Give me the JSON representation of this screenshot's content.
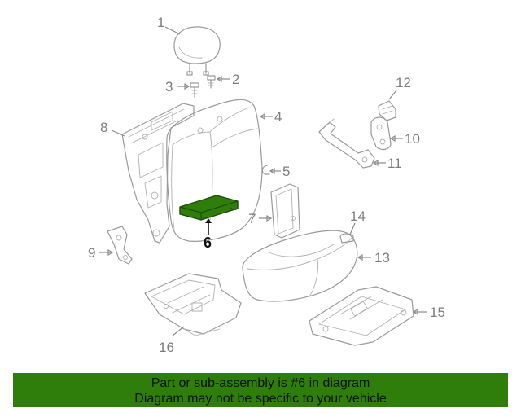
{
  "diagram": {
    "callouts": [
      "1",
      "2",
      "3",
      "4",
      "5",
      "6",
      "7",
      "8",
      "9",
      "10",
      "11",
      "12",
      "13",
      "14",
      "15",
      "16"
    ],
    "highlighted_part": "6",
    "colors": {
      "highlight_fill": "#2f7d0b",
      "line": "#9a9a9a",
      "label": "#7d7d7d"
    }
  },
  "footer": {
    "line1": "Part or sub-assembly is #6 in diagram",
    "line2": "Diagram may not be specific to your vehicle"
  }
}
